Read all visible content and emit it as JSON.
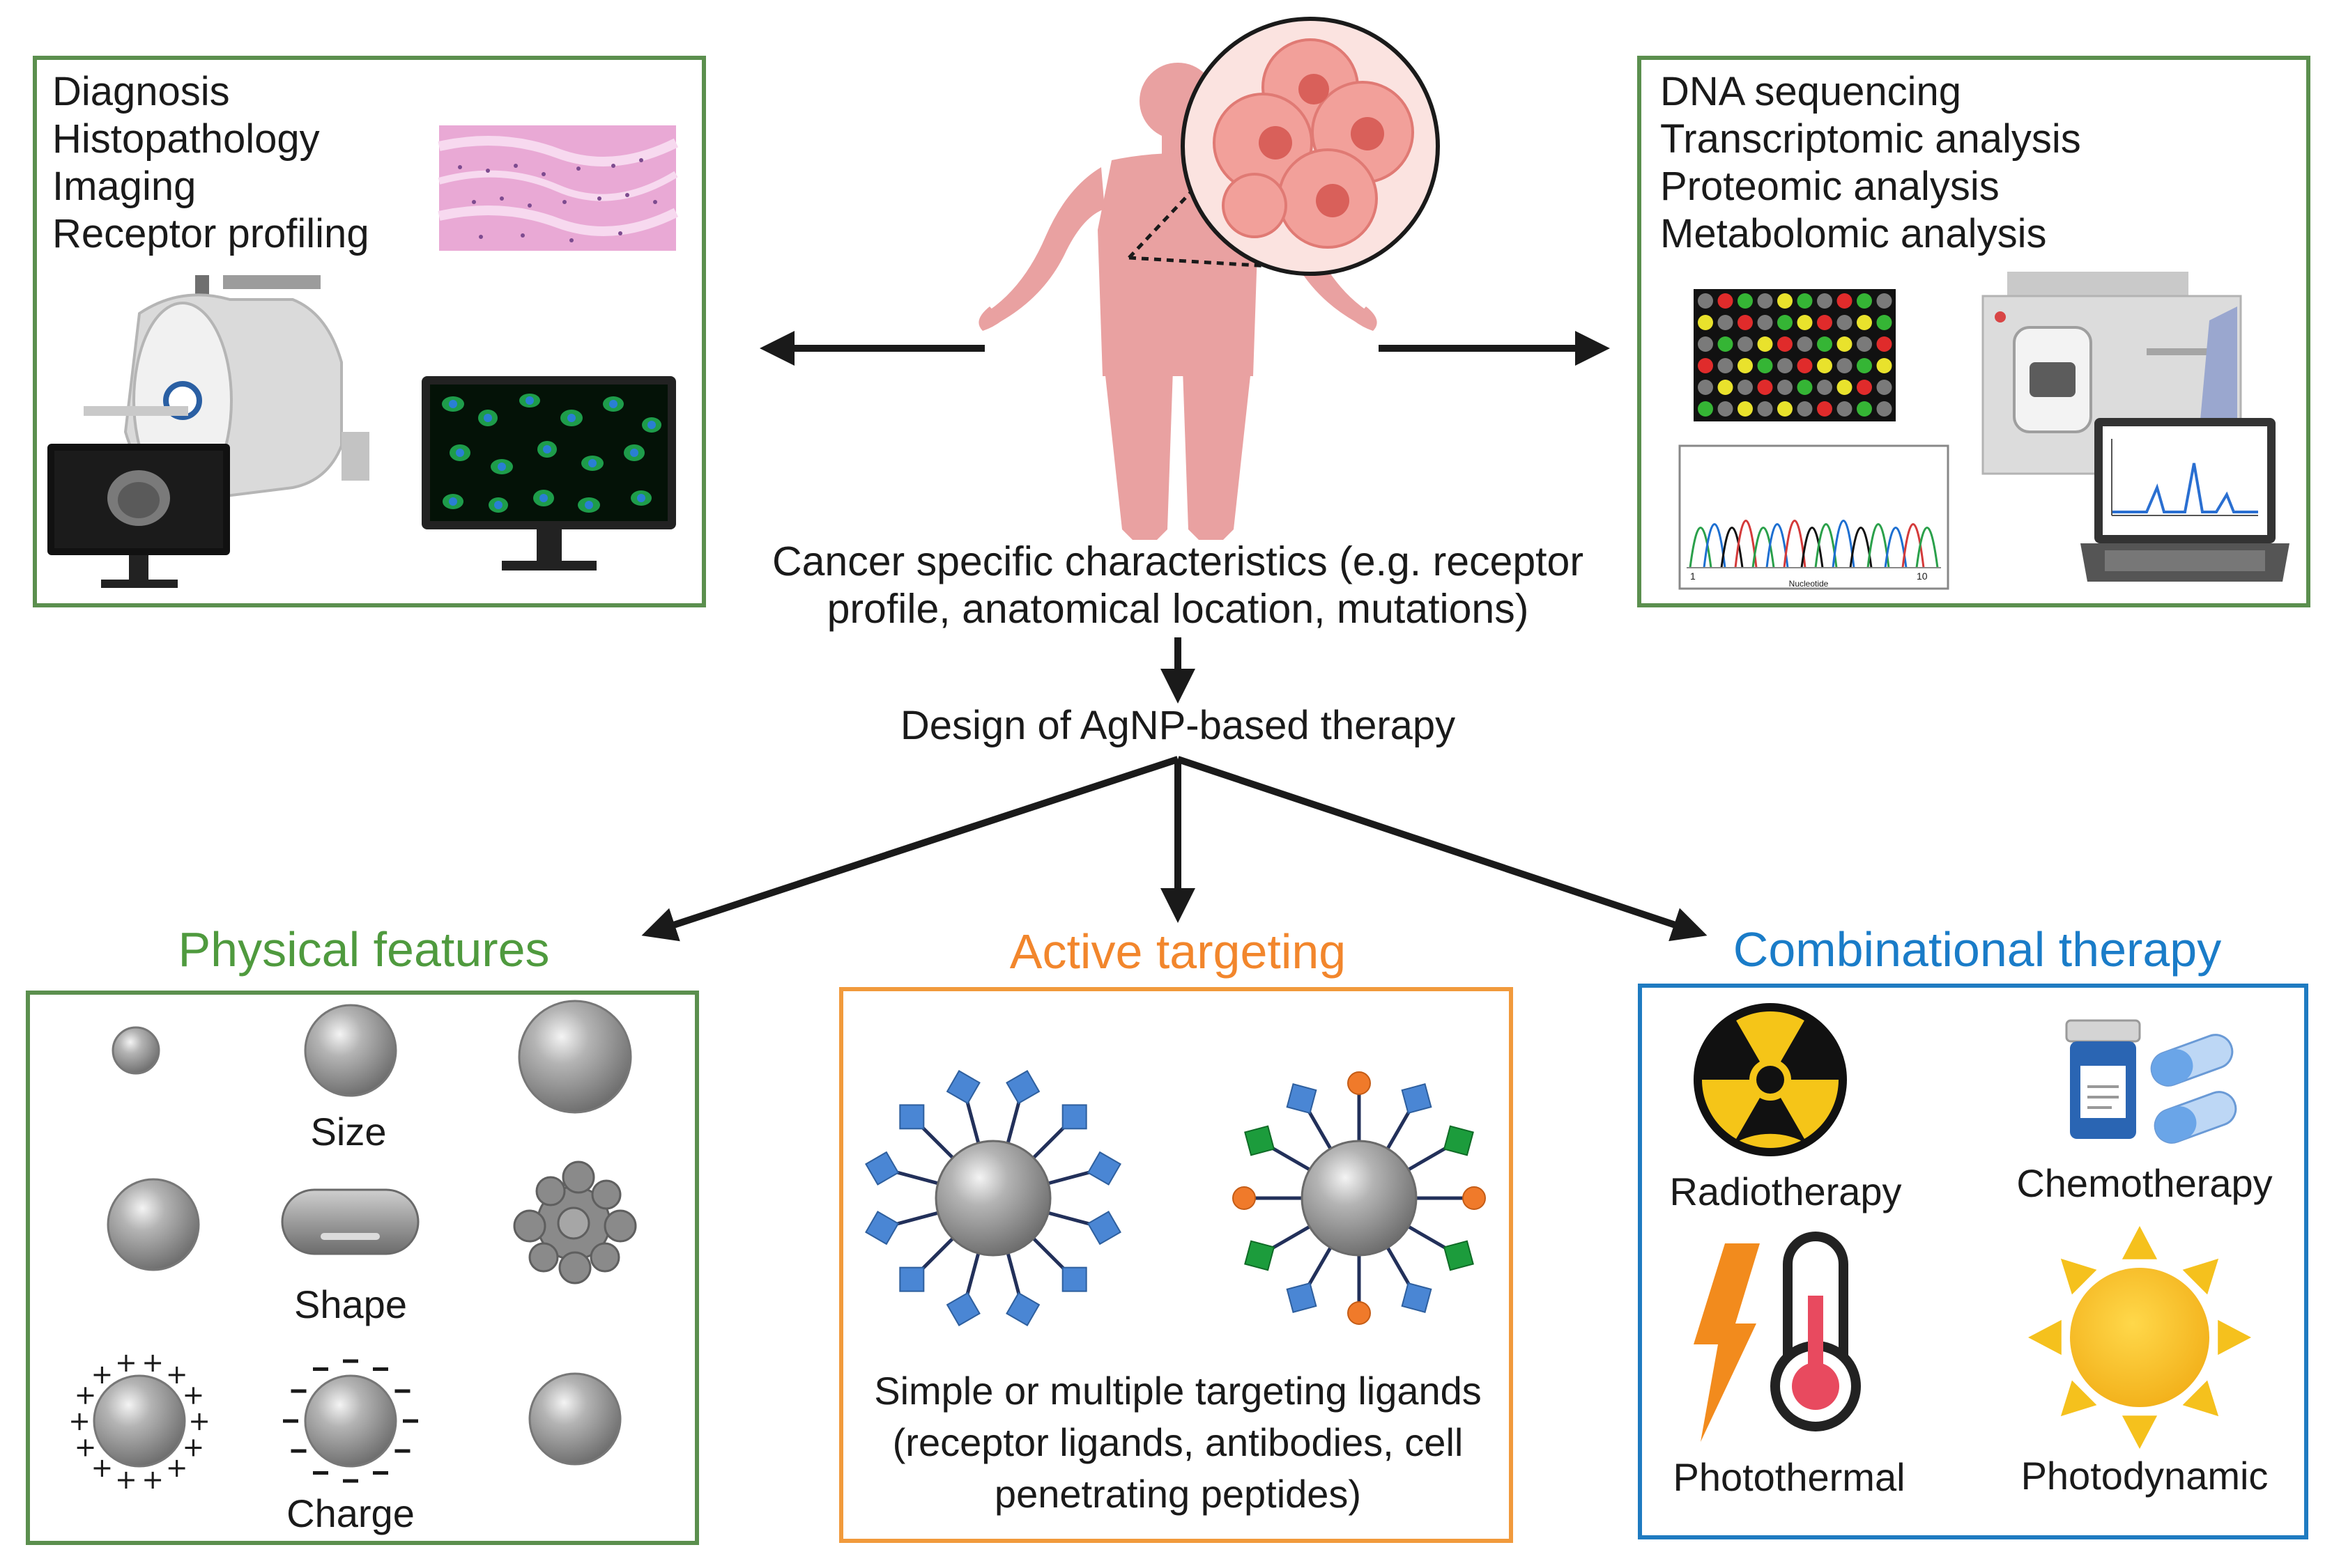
{
  "diagnosis_panel": {
    "items": [
      "Diagnosis",
      "Histopathology",
      "Imaging",
      "Receptor profiling"
    ]
  },
  "omics_panel": {
    "items": [
      "DNA sequencing",
      "Transcriptomic analysis",
      "Proteomic analysis",
      "Metabolomic analysis"
    ],
    "chromatogram_axis": {
      "start": "1",
      "end": "10",
      "label": "Nucleotide"
    }
  },
  "center": {
    "characteristics": [
      "Cancer specific characteristics (e.g. receptor",
      "profile, anatomical location, mutations)"
    ],
    "design": "Design of AgNP-based therapy"
  },
  "physical_features": {
    "title": "Physical features",
    "size_label": "Size",
    "shape_label": "Shape",
    "charge_label": "Charge"
  },
  "active_targeting": {
    "title": "Active targeting",
    "caption": [
      "Simple or multiple targeting ligands",
      "(receptor ligands, antibodies, cell",
      "penetrating peptides)"
    ]
  },
  "combinational_therapy": {
    "title": "Combinational therapy",
    "radiotherapy": "Radiotherapy",
    "chemotherapy": "Chemotherapy",
    "photothermal": "Photothermal",
    "photodynamic": "Photodynamic"
  },
  "colors": {
    "green_frame": "#5b8f4e",
    "orange_frame": "#f19a3c",
    "blue_frame": "#1f7bc1",
    "green_title": "#4f9a3e",
    "orange_title": "#f2862c",
    "blue_title": "#1a7cc8",
    "arrow": "#1a1a1a",
    "silver": "#9a9a9a"
  }
}
